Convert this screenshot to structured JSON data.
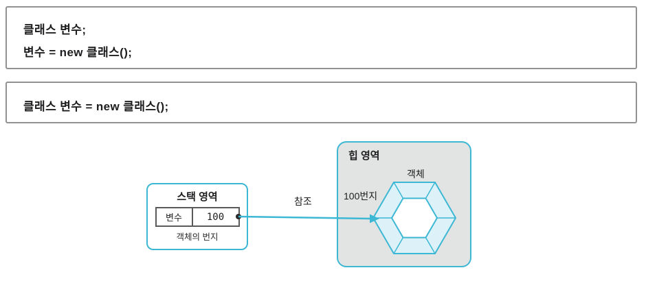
{
  "code_boxes": {
    "two_step": {
      "line1": "클래스 변수;",
      "line2": "변수 = new 클래스();"
    },
    "one_step": {
      "line1": "클래스 변수 = new 클래스();"
    }
  },
  "diagram": {
    "stack": {
      "title": "스택 영역",
      "variable_cell": "변수",
      "value_cell": "100",
      "caption": "객체의 번지"
    },
    "heap": {
      "title": "힙 영역",
      "object_label": "객체",
      "address_label": "100번지"
    },
    "arrow_label": "참조"
  },
  "colors": {
    "accent": "#3cb7d4",
    "heap_background": "#e2e3e3",
    "code_border": "#8f9193",
    "table_border": "#58595b",
    "text": "#1d1d1f"
  }
}
